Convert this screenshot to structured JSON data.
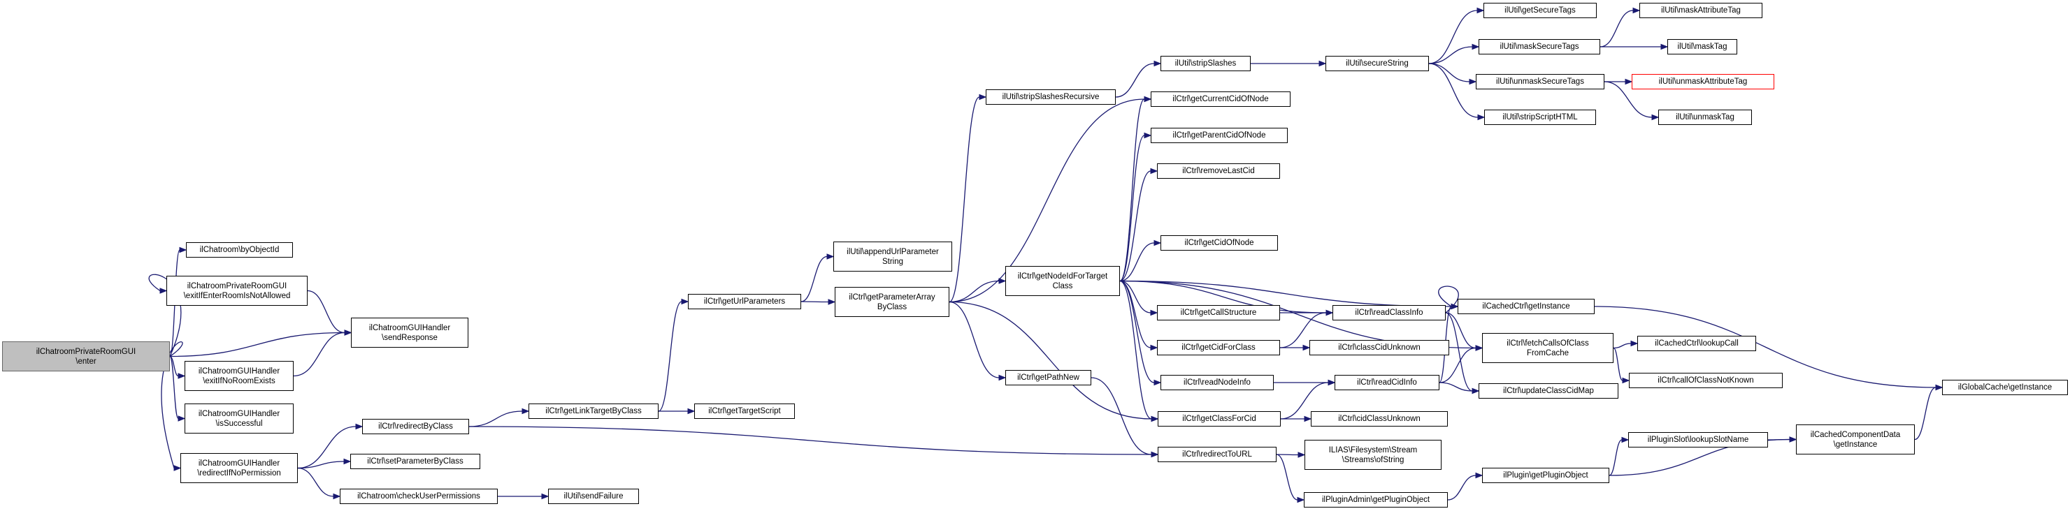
{
  "diagram": {
    "colors": {
      "edge": "#191970",
      "node_border": "#000000",
      "focus_fill": "#bfbfbf",
      "focus_border": "#666666",
      "truncated_border": "#ff0000",
      "background": "#ffffff"
    },
    "nodes": [
      {
        "id": "n_enter",
        "lines": [
          "ilChatroomPrivateRoomGUI",
          "\\enter"
        ],
        "style": "focus"
      },
      {
        "id": "n_byObjectId",
        "lines": [
          "ilChatroom\\byObjectId"
        ]
      },
      {
        "id": "n_exitIfEnter",
        "lines": [
          "ilChatroomPrivateRoomGUI",
          "\\exitIfEnterRoomIsNotAllowed"
        ]
      },
      {
        "id": "n_exitIfNoRoom",
        "lines": [
          "ilChatroomGUIHandler",
          "\\exitIfNoRoomExists"
        ]
      },
      {
        "id": "n_isSuccessful",
        "lines": [
          "ilChatroomGUIHandler",
          "\\isSuccessful"
        ]
      },
      {
        "id": "n_redirectIfNoPerm",
        "lines": [
          "ilChatroomGUIHandler",
          "\\redirectIfNoPermission"
        ]
      },
      {
        "id": "n_sendResponse",
        "lines": [
          "ilChatroomGUIHandler",
          "\\sendResponse"
        ]
      },
      {
        "id": "n_redirectByClass",
        "lines": [
          "ilCtrl\\redirectByClass"
        ]
      },
      {
        "id": "n_setParameterByClass",
        "lines": [
          "ilCtrl\\setParameterByClass"
        ]
      },
      {
        "id": "n_checkUserPermissions",
        "lines": [
          "ilChatroom\\checkUserPermissions"
        ]
      },
      {
        "id": "n_getLinkTargetByClass",
        "lines": [
          "ilCtrl\\getLinkTargetByClass"
        ]
      },
      {
        "id": "n_sendFailure",
        "lines": [
          "ilUtil\\sendFailure"
        ]
      },
      {
        "id": "n_getUrlParameters",
        "lines": [
          "ilCtrl\\getUrlParameters"
        ]
      },
      {
        "id": "n_getTargetScript",
        "lines": [
          "ilCtrl\\getTargetScript"
        ]
      },
      {
        "id": "n_appendUrlParameter",
        "lines": [
          "ilUtil\\appendUrlParameter",
          "String"
        ]
      },
      {
        "id": "n_getParameterArray",
        "lines": [
          "ilCtrl\\getParameterArray",
          "ByClass"
        ]
      },
      {
        "id": "n_stripSlashesRecursive",
        "lines": [
          "ilUtil\\stripSlashesRecursive"
        ]
      },
      {
        "id": "n_getNodeIdForTargetClass",
        "lines": [
          "ilCtrl\\getNodeIdForTarget",
          "Class"
        ]
      },
      {
        "id": "n_getPathNew",
        "lines": [
          "ilCtrl\\getPathNew"
        ]
      },
      {
        "id": "n_stripSlashes",
        "lines": [
          "ilUtil\\stripSlashes"
        ]
      },
      {
        "id": "n_getCurrentCidOfNode",
        "lines": [
          "ilCtrl\\getCurrentCidOfNode"
        ]
      },
      {
        "id": "n_getParentCidOfNode",
        "lines": [
          "ilCtrl\\getParentCidOfNode"
        ]
      },
      {
        "id": "n_removeLastCid",
        "lines": [
          "ilCtrl\\removeLastCid"
        ]
      },
      {
        "id": "n_getCidOfNode",
        "lines": [
          "ilCtrl\\getCidOfNode"
        ]
      },
      {
        "id": "n_getCallStructure",
        "lines": [
          "ilCtrl\\getCallStructure"
        ]
      },
      {
        "id": "n_getCidForClass",
        "lines": [
          "ilCtrl\\getCidForClass"
        ]
      },
      {
        "id": "n_readNodeInfo",
        "lines": [
          "ilCtrl\\readNodeInfo"
        ]
      },
      {
        "id": "n_getClassForCid",
        "lines": [
          "ilCtrl\\getClassForCid"
        ]
      },
      {
        "id": "n_redirectToURL",
        "lines": [
          "ilCtrl\\redirectToURL"
        ]
      },
      {
        "id": "n_secureString",
        "lines": [
          "ilUtil\\secureString"
        ]
      },
      {
        "id": "n_readClassInfo",
        "lines": [
          "ilCtrl\\readClassInfo"
        ]
      },
      {
        "id": "n_classCidUnknown",
        "lines": [
          "ilCtrl\\classCidUnknown"
        ]
      },
      {
        "id": "n_readCidInfo",
        "lines": [
          "ilCtrl\\readCidInfo"
        ]
      },
      {
        "id": "n_cidClassUnknown",
        "lines": [
          "ilCtrl\\cidClassUnknown"
        ]
      },
      {
        "id": "n_ofString",
        "lines": [
          "ILIAS\\Filesystem\\Stream",
          "\\Streams\\ofString"
        ]
      },
      {
        "id": "n_getPluginObjectAdmin",
        "lines": [
          "ilPluginAdmin\\getPluginObject"
        ]
      },
      {
        "id": "n_getSecureTags",
        "lines": [
          "ilUtil\\getSecureTags"
        ]
      },
      {
        "id": "n_maskSecureTags",
        "lines": [
          "ilUtil\\maskSecureTags"
        ]
      },
      {
        "id": "n_unmaskSecureTags",
        "lines": [
          "ilUtil\\unmaskSecureTags"
        ]
      },
      {
        "id": "n_stripScriptHTML",
        "lines": [
          "ilUtil\\stripScriptHTML"
        ]
      },
      {
        "id": "n_cachedCtrlGetInstance",
        "lines": [
          "ilCachedCtrl\\getInstance"
        ]
      },
      {
        "id": "n_fetchCallsOfClass",
        "lines": [
          "ilCtrl\\fetchCallsOfClass",
          "FromCache"
        ]
      },
      {
        "id": "n_updateClassCidMap",
        "lines": [
          "ilCtrl\\updateClassCidMap"
        ]
      },
      {
        "id": "n_pluginGetPluginObject",
        "lines": [
          "ilPlugin\\getPluginObject"
        ]
      },
      {
        "id": "n_maskAttributeTag",
        "lines": [
          "ilUtil\\maskAttributeTag"
        ]
      },
      {
        "id": "n_maskTag",
        "lines": [
          "ilUtil\\maskTag"
        ]
      },
      {
        "id": "n_unmaskAttributeTag",
        "lines": [
          "ilUtil\\unmaskAttributeTag"
        ],
        "style": "red"
      },
      {
        "id": "n_unmaskTag",
        "lines": [
          "ilUtil\\unmaskTag"
        ]
      },
      {
        "id": "n_lookupCall",
        "lines": [
          "ilCachedCtrl\\lookupCall"
        ]
      },
      {
        "id": "n_callOfClassNotKnown",
        "lines": [
          "ilCtrl\\callOfClassNotKnown"
        ]
      },
      {
        "id": "n_lookupSlotName",
        "lines": [
          "ilPluginSlot\\lookupSlotName"
        ]
      },
      {
        "id": "n_cachedComponentData",
        "lines": [
          "ilCachedComponentData",
          "\\getInstance"
        ]
      },
      {
        "id": "n_globalCache",
        "lines": [
          "ilGlobalCache\\getInstance"
        ]
      }
    ],
    "edges": [
      [
        "n_enter",
        "n_byObjectId"
      ],
      [
        "n_enter",
        "n_exitIfEnter"
      ],
      [
        "n_enter",
        "n_sendResponse"
      ],
      [
        "n_enter",
        "n_exitIfNoRoom"
      ],
      [
        "n_enter",
        "n_isSuccessful"
      ],
      [
        "n_enter",
        "n_redirectIfNoPerm"
      ],
      [
        "n_exitIfEnter",
        "n_sendResponse"
      ],
      [
        "n_exitIfNoRoom",
        "n_sendResponse"
      ],
      [
        "n_redirectIfNoPerm",
        "n_redirectByClass"
      ],
      [
        "n_redirectIfNoPerm",
        "n_setParameterByClass"
      ],
      [
        "n_redirectIfNoPerm",
        "n_checkUserPermissions"
      ],
      [
        "n_checkUserPermissions",
        "n_sendFailure"
      ],
      [
        "n_redirectByClass",
        "n_getLinkTargetByClass"
      ],
      [
        "n_redirectByClass",
        "n_redirectToURL"
      ],
      [
        "n_getLinkTargetByClass",
        "n_getUrlParameters"
      ],
      [
        "n_getLinkTargetByClass",
        "n_getTargetScript"
      ],
      [
        "n_getUrlParameters",
        "n_appendUrlParameter"
      ],
      [
        "n_getUrlParameters",
        "n_getParameterArray"
      ],
      [
        "n_getParameterArray",
        "n_stripSlashesRecursive"
      ],
      [
        "n_getParameterArray",
        "n_getCurrentCidOfNode"
      ],
      [
        "n_getParameterArray",
        "n_getNodeIdForTargetClass"
      ],
      [
        "n_getParameterArray",
        "n_getPathNew"
      ],
      [
        "n_getParameterArray",
        "n_getClassForCid"
      ],
      [
        "n_stripSlashesRecursive",
        "n_stripSlashes"
      ],
      [
        "n_stripSlashes",
        "n_secureString"
      ],
      [
        "n_secureString",
        "n_getSecureTags"
      ],
      [
        "n_secureString",
        "n_maskSecureTags"
      ],
      [
        "n_secureString",
        "n_unmaskSecureTags"
      ],
      [
        "n_secureString",
        "n_stripScriptHTML"
      ],
      [
        "n_maskSecureTags",
        "n_maskAttributeTag"
      ],
      [
        "n_maskSecureTags",
        "n_maskTag"
      ],
      [
        "n_unmaskSecureTags",
        "n_unmaskAttributeTag"
      ],
      [
        "n_unmaskSecureTags",
        "n_unmaskTag"
      ],
      [
        "n_getNodeIdForTargetClass",
        "n_getCurrentCidOfNode"
      ],
      [
        "n_getNodeIdForTargetClass",
        "n_getParentCidOfNode"
      ],
      [
        "n_getNodeIdForTargetClass",
        "n_removeLastCid"
      ],
      [
        "n_getNodeIdForTargetClass",
        "n_getCidOfNode"
      ],
      [
        "n_getNodeIdForTargetClass",
        "n_cachedCtrlGetInstance"
      ],
      [
        "n_getNodeIdForTargetClass",
        "n_readClassInfo"
      ],
      [
        "n_getNodeIdForTargetClass",
        "n_getCallStructure"
      ],
      [
        "n_getNodeIdForTargetClass",
        "n_getCidForClass"
      ],
      [
        "n_getNodeIdForTargetClass",
        "n_readNodeInfo"
      ],
      [
        "n_getNodeIdForTargetClass",
        "n_getClassForCid"
      ],
      [
        "n_getNodeIdForTargetClass",
        "n_fetchCallsOfClass"
      ],
      [
        "n_getPathNew",
        "n_redirectToURL"
      ],
      [
        "n_getCallStructure",
        "n_readClassInfo"
      ],
      [
        "n_getCidForClass",
        "n_readClassInfo"
      ],
      [
        "n_getCidForClass",
        "n_classCidUnknown"
      ],
      [
        "n_readNodeInfo",
        "n_readCidInfo"
      ],
      [
        "n_getClassForCid",
        "n_readCidInfo"
      ],
      [
        "n_getClassForCid",
        "n_cidClassUnknown"
      ],
      [
        "n_readClassInfo",
        "n_cachedCtrlGetInstance"
      ],
      [
        "n_readClassInfo",
        "n_fetchCallsOfClass"
      ],
      [
        "n_readClassInfo",
        "n_updateClassCidMap"
      ],
      [
        "n_readCidInfo",
        "n_cachedCtrlGetInstance"
      ],
      [
        "n_readCidInfo",
        "n_fetchCallsOfClass"
      ],
      [
        "n_readCidInfo",
        "n_updateClassCidMap"
      ],
      [
        "n_redirectToURL",
        "n_ofString"
      ],
      [
        "n_redirectToURL",
        "n_getPluginObjectAdmin"
      ],
      [
        "n_getPluginObjectAdmin",
        "n_pluginGetPluginObject"
      ],
      [
        "n_pluginGetPluginObject",
        "n_lookupSlotName"
      ],
      [
        "n_pluginGetPluginObject",
        "n_cachedComponentData"
      ],
      [
        "n_lookupSlotName",
        "n_cachedComponentData"
      ],
      [
        "n_cachedComponentData",
        "n_globalCache"
      ],
      [
        "n_cachedCtrlGetInstance",
        "n_globalCache"
      ],
      [
        "n_fetchCallsOfClass",
        "n_lookupCall"
      ],
      [
        "n_fetchCallsOfClass",
        "n_callOfClassNotKnown"
      ]
    ]
  }
}
